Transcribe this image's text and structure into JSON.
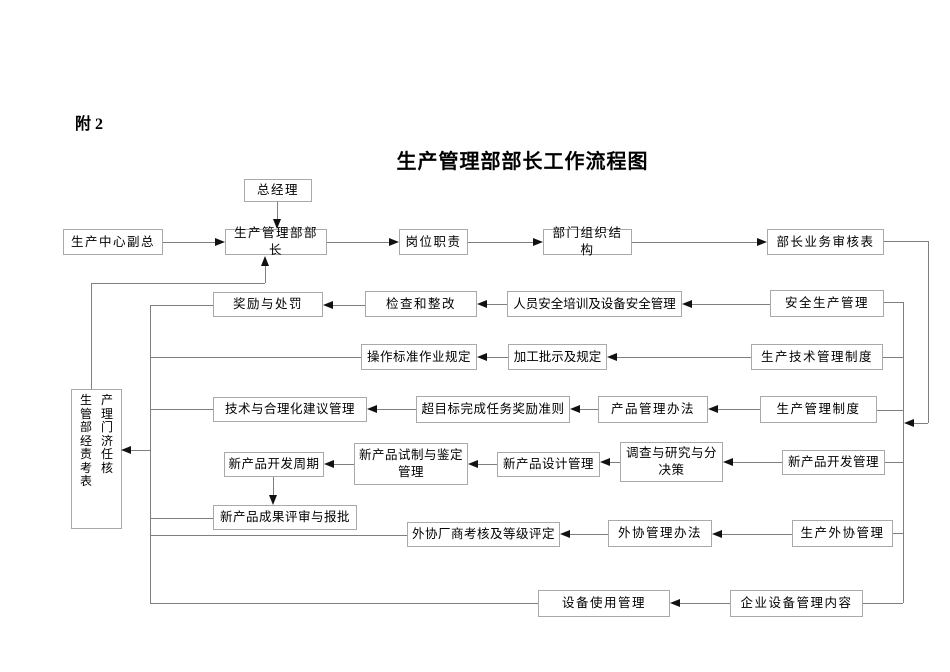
{
  "page": {
    "attachment_label": "附 2",
    "title": "生产管理部部长工作流程图"
  },
  "nodes": {
    "general_manager": "总经理",
    "production_center_vp": "生产中心副总",
    "production_dept_head": "生产管理部部长",
    "job_responsibilities": "岗位职责",
    "dept_org_structure": "部门组织结构",
    "dept_head_review_form": "部长业务审核表",
    "rewards_penalties": "奖励与处罚",
    "inspection_rectification": "检查和整改",
    "safety_training": "人员安全培训及设备安全管理",
    "safety_production_mgmt": "安全生产管理",
    "standard_operating_rules": "操作标准作业规定",
    "processing_instructions": "加工批示及规定",
    "production_tech_mgmt_system": "生产技术管理制度",
    "tech_rationalization_mgmt": "技术与合理化建议管理",
    "over_target_reward_rules": "超目标完成任务奖励准则",
    "product_mgmt_measures": "产品管理办法",
    "production_mgmt_system": "生产管理制度",
    "new_product_dev_cycle": "新产品开发周期",
    "new_product_trial_appraisal": "新产品试制与鉴定管理",
    "new_product_design_mgmt": "新产品设计管理",
    "investigation_research_decision": "调查与研究与分决策",
    "new_product_dev_mgmt": "新产品开发管理",
    "new_product_result_review": "新产品成果评审与报批",
    "outsourcing_vendor_eval": "外协厂商考核及等级评定",
    "outsourcing_mgmt_measures": "外协管理办法",
    "production_outsourcing_mgmt": "生产外协管理",
    "equipment_usage_mgmt": "设备使用管理",
    "enterprise_equipment_mgmt": "企业设备管理内容"
  },
  "left_panel": {
    "col1": "生管部经责考表",
    "col2": "产理门济任核",
    "reading": "生产管理部门经济责任考核表"
  },
  "colors": {
    "background": "#ffffff",
    "box_border": "#a9a9a9",
    "line": "#7f7f7f",
    "arrow": "#111111",
    "text": "#000000"
  }
}
